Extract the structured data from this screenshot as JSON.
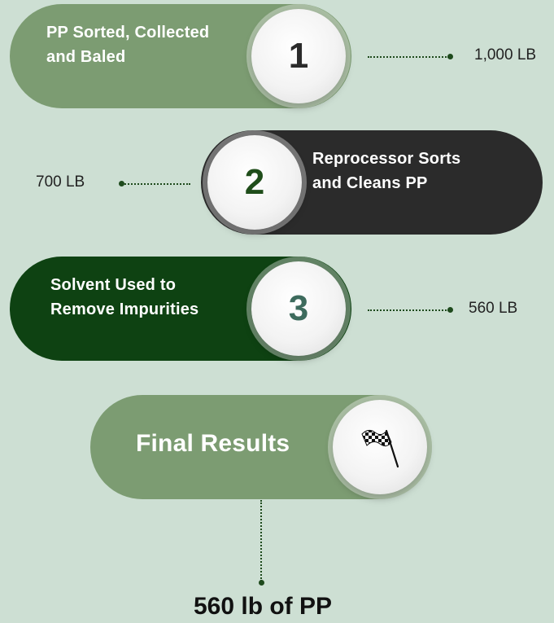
{
  "steps": [
    {
      "number": "1",
      "line1": "PP Sorted, Collected",
      "line2": "and Baled",
      "value": "1,000 LB"
    },
    {
      "number": "2",
      "line1": "Reprocessor Sorts",
      "line2": "and Cleans PP",
      "value": "700 LB"
    },
    {
      "number": "3",
      "line1": "Solvent Used to",
      "line2": "Remove Impurities",
      "value": "560 LB"
    }
  ],
  "final": {
    "title": "Final Results",
    "result": "560 lb of PP",
    "icon": "checkered-flag-icon"
  },
  "colors": {
    "background": "#cddfd3",
    "sage": "#7c9c72",
    "charcoal": "#2b2b2b",
    "forest": "#0e4212",
    "number_dark_green": "#1f4d1a",
    "number_teal": "#3d6b5d",
    "connector": "#1e4a1c"
  }
}
